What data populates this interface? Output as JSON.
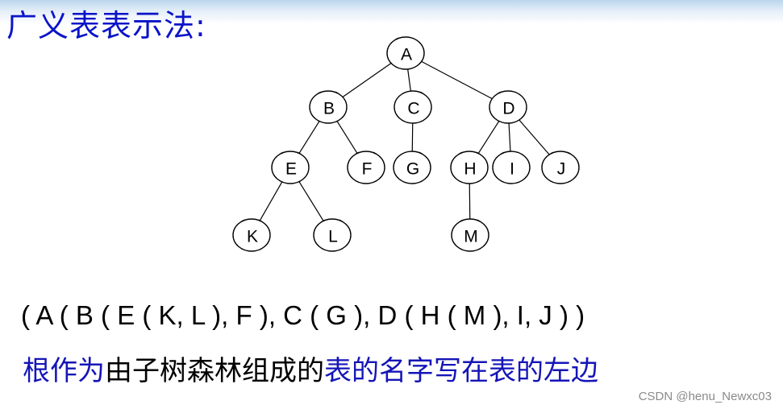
{
  "title": "广义表表示法:",
  "tree": {
    "nodes": [
      {
        "id": "A",
        "label": "A"
      },
      {
        "id": "B",
        "label": "B"
      },
      {
        "id": "C",
        "label": "C"
      },
      {
        "id": "D",
        "label": "D"
      },
      {
        "id": "E",
        "label": "E"
      },
      {
        "id": "F",
        "label": "F"
      },
      {
        "id": "G",
        "label": "G"
      },
      {
        "id": "H",
        "label": "H"
      },
      {
        "id": "I",
        "label": "I"
      },
      {
        "id": "J",
        "label": "J"
      },
      {
        "id": "K",
        "label": "K"
      },
      {
        "id": "L",
        "label": "L"
      },
      {
        "id": "M",
        "label": "M"
      }
    ],
    "edges": [
      [
        "A",
        "B"
      ],
      [
        "A",
        "C"
      ],
      [
        "A",
        "D"
      ],
      [
        "B",
        "E"
      ],
      [
        "B",
        "F"
      ],
      [
        "C",
        "G"
      ],
      [
        "D",
        "H"
      ],
      [
        "D",
        "I"
      ],
      [
        "D",
        "J"
      ],
      [
        "E",
        "K"
      ],
      [
        "E",
        "L"
      ],
      [
        "H",
        "M"
      ]
    ]
  },
  "notation": "( A ( B ( E ( K, L ), F ), C ( G ), D ( H ( M ), I, J ) )",
  "caption": {
    "part1": "根作为",
    "part2": "由子树森林组成的",
    "part3": "表的名字写在表的左边"
  },
  "watermark": "CSDN @henu_Newxc03"
}
